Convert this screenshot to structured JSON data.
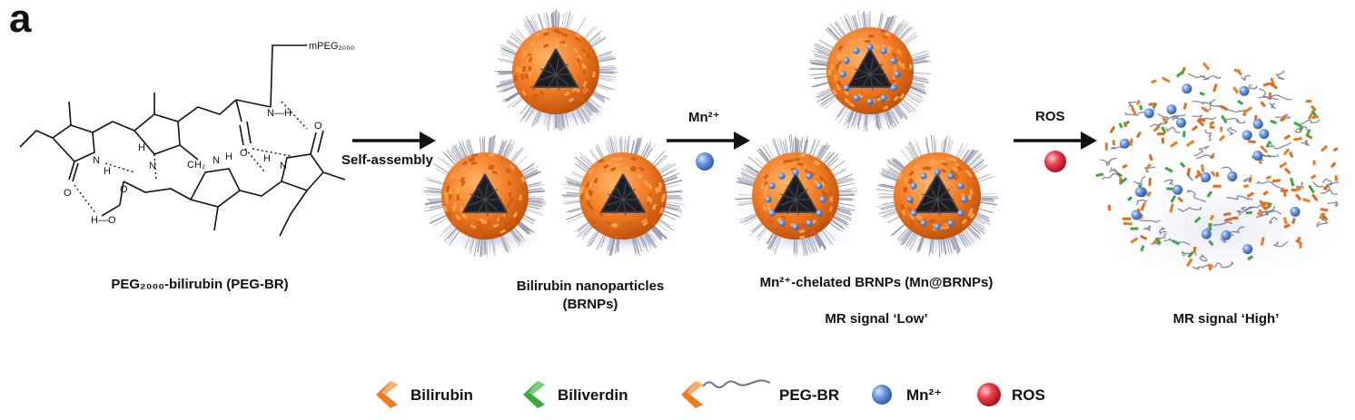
{
  "panel_label": "a",
  "structure": {
    "caption": "PEG₂₀₀₀-bilirubin (PEG-BR)",
    "peg_label": "mPEG₂₀₀₀",
    "ch2_label": "CH₂",
    "atom_N": "N",
    "atom_H": "H",
    "atom_O": "O",
    "atom_NH": "N—H",
    "atom_HO": "H—O"
  },
  "steps": [
    {
      "arrow_label": "Self-assembly"
    },
    {
      "arrow_label": "Mn²⁺"
    },
    {
      "arrow_label": "ROS"
    }
  ],
  "stages": [
    {
      "caption_line1": "Bilirubin nanoparticles",
      "caption_line2": "(BRNPs)"
    },
    {
      "caption_line1": "Mn²⁺-chelated BRNPs (Mn@BRNPs)",
      "caption_line2": "MR signal ‘Low’"
    },
    {
      "caption_line1": "MR signal ‘High’"
    }
  ],
  "legend": [
    {
      "label": "Bilirubin",
      "icon": "bilirubin-icon"
    },
    {
      "label": "Biliverdin",
      "icon": "biliverdin-icon"
    },
    {
      "label": "PEG-BR",
      "icon": "peg-br-icon"
    },
    {
      "label": "Mn²⁺",
      "icon": "mn-ion-icon"
    },
    {
      "label": "ROS",
      "icon": "ros-icon"
    }
  ],
  "colors": {
    "bilirubin": "#f07a22",
    "biliverdin": "#3aa83a",
    "peg_chain": "#6e7392",
    "mn_ion": "#5f8fd8",
    "ros": "#e83848",
    "core": "#1d1d24"
  }
}
